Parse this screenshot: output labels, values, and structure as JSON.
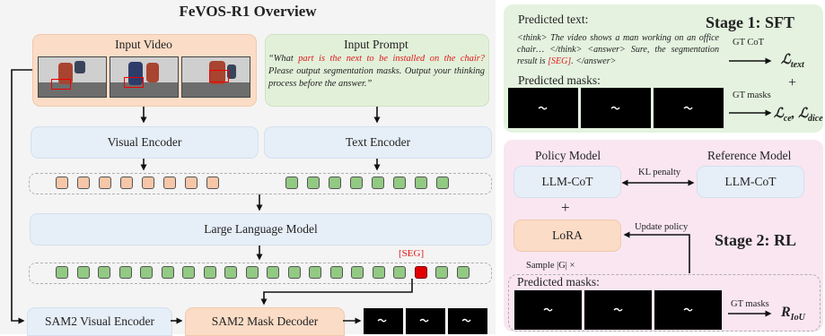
{
  "left": {
    "title": "FeVOS-R1 Overview",
    "input_video_label": "Input Video",
    "input_prompt_label": "Input Prompt",
    "prompt_quote_open": "“What ",
    "prompt_highlight": "part is the next to be installed on the chair?",
    "prompt_rest": "Please output segmentation masks. Output your thinking process before the answer.”",
    "visual_encoder": "Visual Encoder",
    "text_encoder": "Text Encoder",
    "llm": "Large Language Model",
    "seg_token": "[SEG]",
    "sam2_visual_encoder": "SAM2 Visual Encoder",
    "sam2_mask_decoder": "SAM2 Mask Decoder"
  },
  "stage1": {
    "title": "Stage 1: SFT",
    "predicted_text_label": "Predicted text:",
    "predicted_text_pre": "<think> The video shows a man working on an office chair… </think> <answer> Sure, the segmentation result is ",
    "predicted_text_seg": "[SEG]",
    "predicted_text_post": ". </answer>",
    "predicted_masks_label": "Predicted masks:",
    "gt_cot": "GT CoT",
    "loss_text": "ℒ",
    "loss_text_sub": "text",
    "plus": "+",
    "gt_masks": "GT masks",
    "loss_ce": "ℒ",
    "loss_ce_sub": "ce",
    "loss_sep": ", ",
    "loss_dice": "ℒ",
    "loss_dice_sub": "dice"
  },
  "stage2": {
    "title": "Stage 2: RL",
    "policy_model": "Policy Model",
    "reference_model": "Reference Model",
    "llm_cot_policy": "LLM-CoT",
    "llm_cot_ref": "LLM-CoT",
    "kl_penalty": "KL penalty",
    "plus": "+",
    "lora": "LoRA",
    "update_policy": "Update policy",
    "sample": "Sample |G| ×",
    "predicted_masks_label": "Predicted masks:",
    "gt_masks": "GT masks",
    "reward": "R",
    "reward_sub": "IoU"
  },
  "colors": {
    "orange_token": "#f6c6a8",
    "green_token": "#92c983",
    "seg_token": "#e00000",
    "blue_box": "#e6eef8",
    "peach_box": "#fbdcc6",
    "green_box": "#e2f0d9",
    "stage1_bg": "#e4f2df",
    "stage2_bg": "#f9e6f1"
  }
}
